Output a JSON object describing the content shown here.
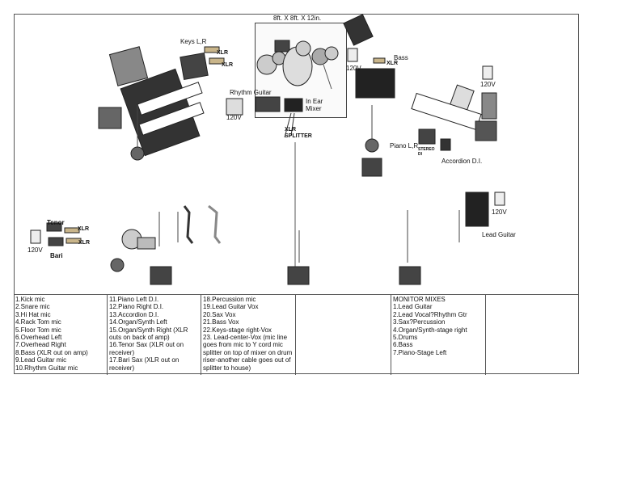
{
  "riser_label": "8ft. X 8ft. X 12in.",
  "labels": {
    "keys": "Keys L,R",
    "xlr": "XLR",
    "bass": "Bass",
    "v120": "120V",
    "rhythm_guitar": "Rhythm Guitar",
    "in_ear_mixer": "In Ear Mixer",
    "xlr_splitter": "XLR SPLITTER",
    "piano": "Piano L,R",
    "stereo_di": "STEREO DI",
    "accordion_di": "Accordion D.I.",
    "tenor": "Tenor",
    "bari": "Bari",
    "lead_guitar": "Lead Guitar"
  },
  "input_columns": [
    [
      "1.Kick mic",
      "2.Snare mic",
      "3.Hi Hat mic",
      "4.Rack Tom mic",
      "5.Floor Tom mic",
      "6.Overhead Left",
      "7.Overhead Right",
      "8.Bass (XLR out on amp)",
      "9.Lead Guitar mic",
      "10.Rhythm Guitar mic"
    ],
    [
      "11.Piano Left D.I.",
      "12.Piano Right D.I.",
      "13.Accordion D.I.",
      "14.Organ/Synth Left",
      "15.Organ/Synth Right (XLR outs on back of amp)",
      "16.Tenor Sax (XLR out on receiver)",
      "17.Bari Sax (XLR out on receiver)"
    ],
    [
      "18.Percussion mic",
      "19.Lead Guitar Vox",
      "20.Sax Vox",
      "21.Bass Vox",
      "22.Keys-stage right-Vox",
      "23. Lead-center-Vox (mic line goes from mic to Y cord mic splitter on top of mixer on drum riser-another cable goes out of splitter to house)"
    ],
    [],
    [
      "MONITOR MIXES",
      "1.Lead Guitar",
      "2.Lead Vocal?Rhythm Gtr",
      "3.Sax?Percussion",
      "4.Organ/Synth-stage right",
      "5.Drums",
      "6.Bass",
      "7.Piano-Stage Left"
    ],
    []
  ]
}
